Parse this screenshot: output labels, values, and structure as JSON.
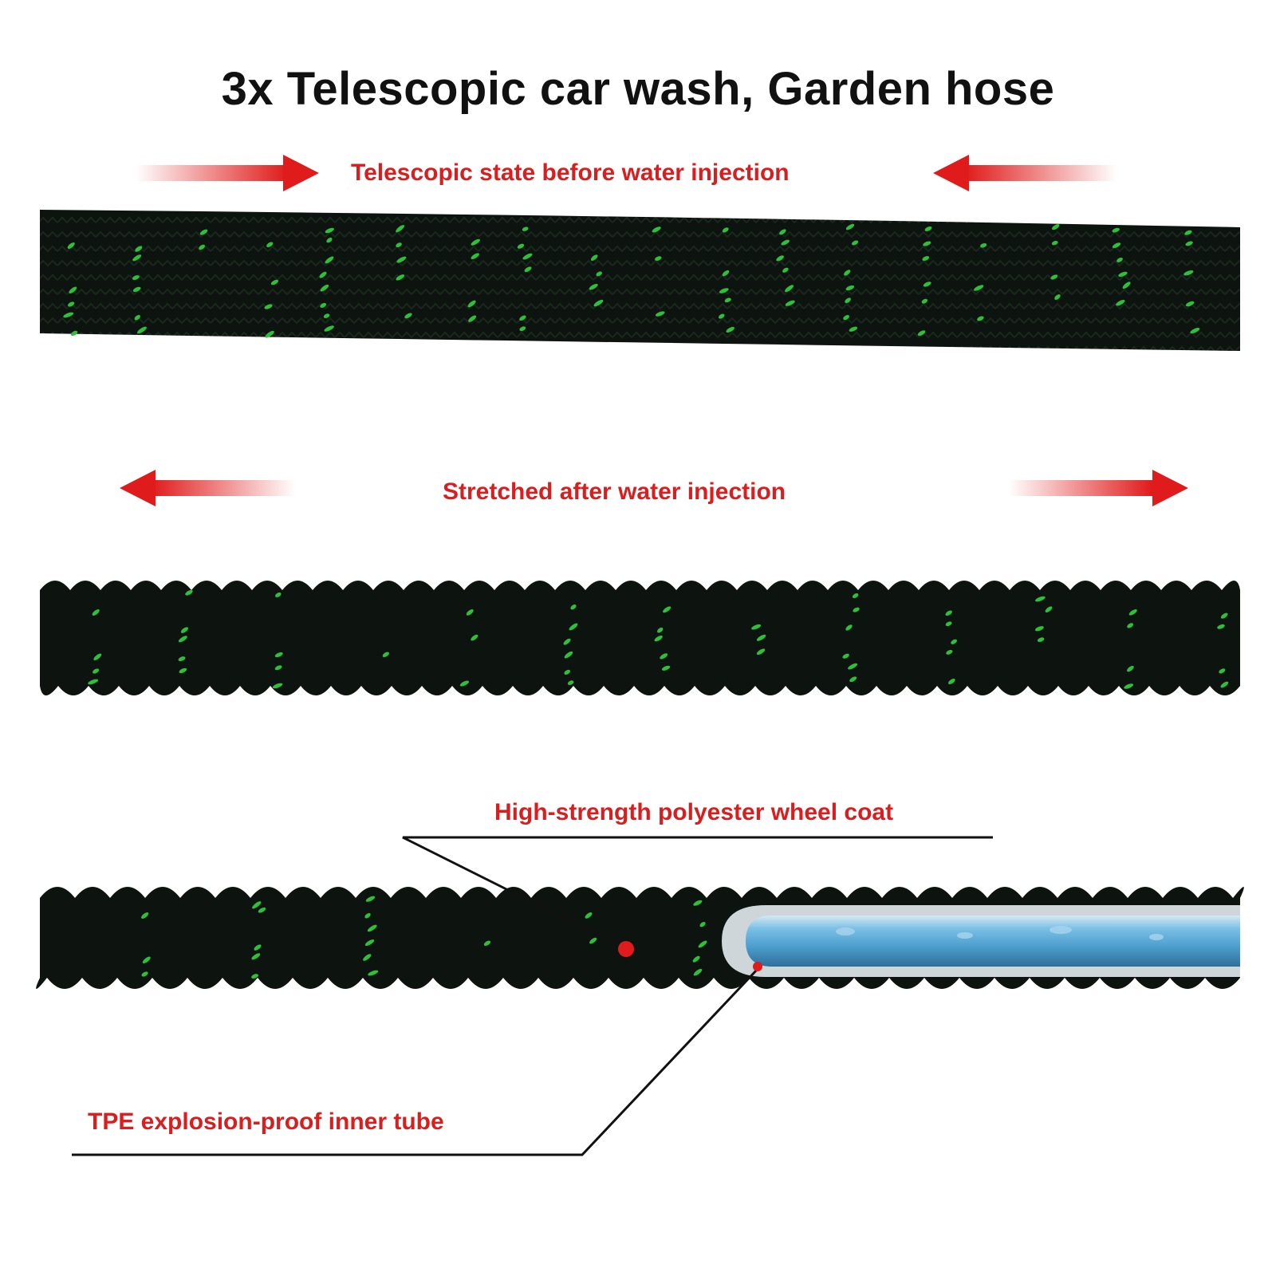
{
  "title": "3x Telescopic car wash, Garden hose",
  "captions": {
    "before": "Telescopic state before water injection",
    "after": "Stretched after water injection",
    "coat": "High-strength polyester wheel coat",
    "tube": "TPE explosion-proof inner tube"
  },
  "colors": {
    "caption": "#d81e1e",
    "arrow": "#e01b1b",
    "hose_dark": "#0d140f",
    "hose_green": "#2fbf3a",
    "inner_tube": "#5aa9d6",
    "leader_line": "#111111"
  }
}
